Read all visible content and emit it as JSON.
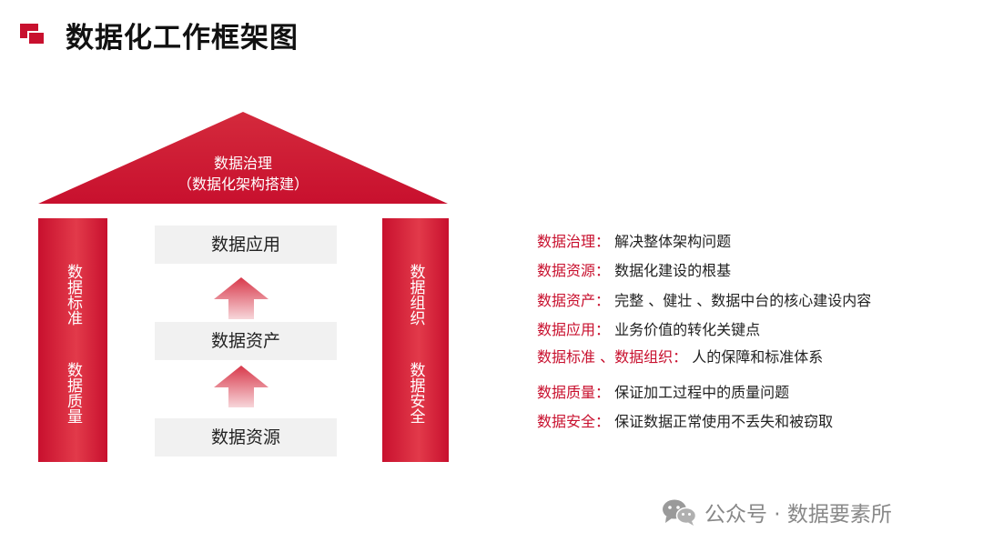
{
  "page": {
    "title": "数据化工作框架图"
  },
  "roof": {
    "line1": "数据治理",
    "line2": "（数据化架构搭建）"
  },
  "pillars": {
    "left": {
      "top": "数据标准",
      "bottom": "数据质量"
    },
    "right": {
      "top": "数据组织",
      "bottom": "数据安全"
    }
  },
  "stack": {
    "top": "数据应用",
    "middle": "数据资产",
    "bottom": "数据资源"
  },
  "legend": [
    {
      "key": "数据治理：",
      "value": "解决整体架构问题"
    },
    {
      "key": "数据资源：",
      "value": "数据化建设的根基"
    },
    {
      "key": "数据资产：",
      "value": "完整 、健壮 、数据中台的核心建设内容"
    },
    {
      "key": "数据应用：",
      "value": "业务价值的转化关键点"
    },
    {
      "key": "数据标准 、数据组织：",
      "value": "人的保障和标准体系"
    },
    {
      "key": "数据质量：",
      "value": "保证加工过程中的质量问题"
    },
    {
      "key": "数据安全：",
      "value": "保证数据正常使用不丢失和被窃取"
    }
  ],
  "footer": {
    "text": "公众号 · 数据要素所",
    "icon": "wechat-icon"
  },
  "colors": {
    "accent": "#c8102e",
    "box": "#f1f1f1",
    "footer": "#888888"
  }
}
